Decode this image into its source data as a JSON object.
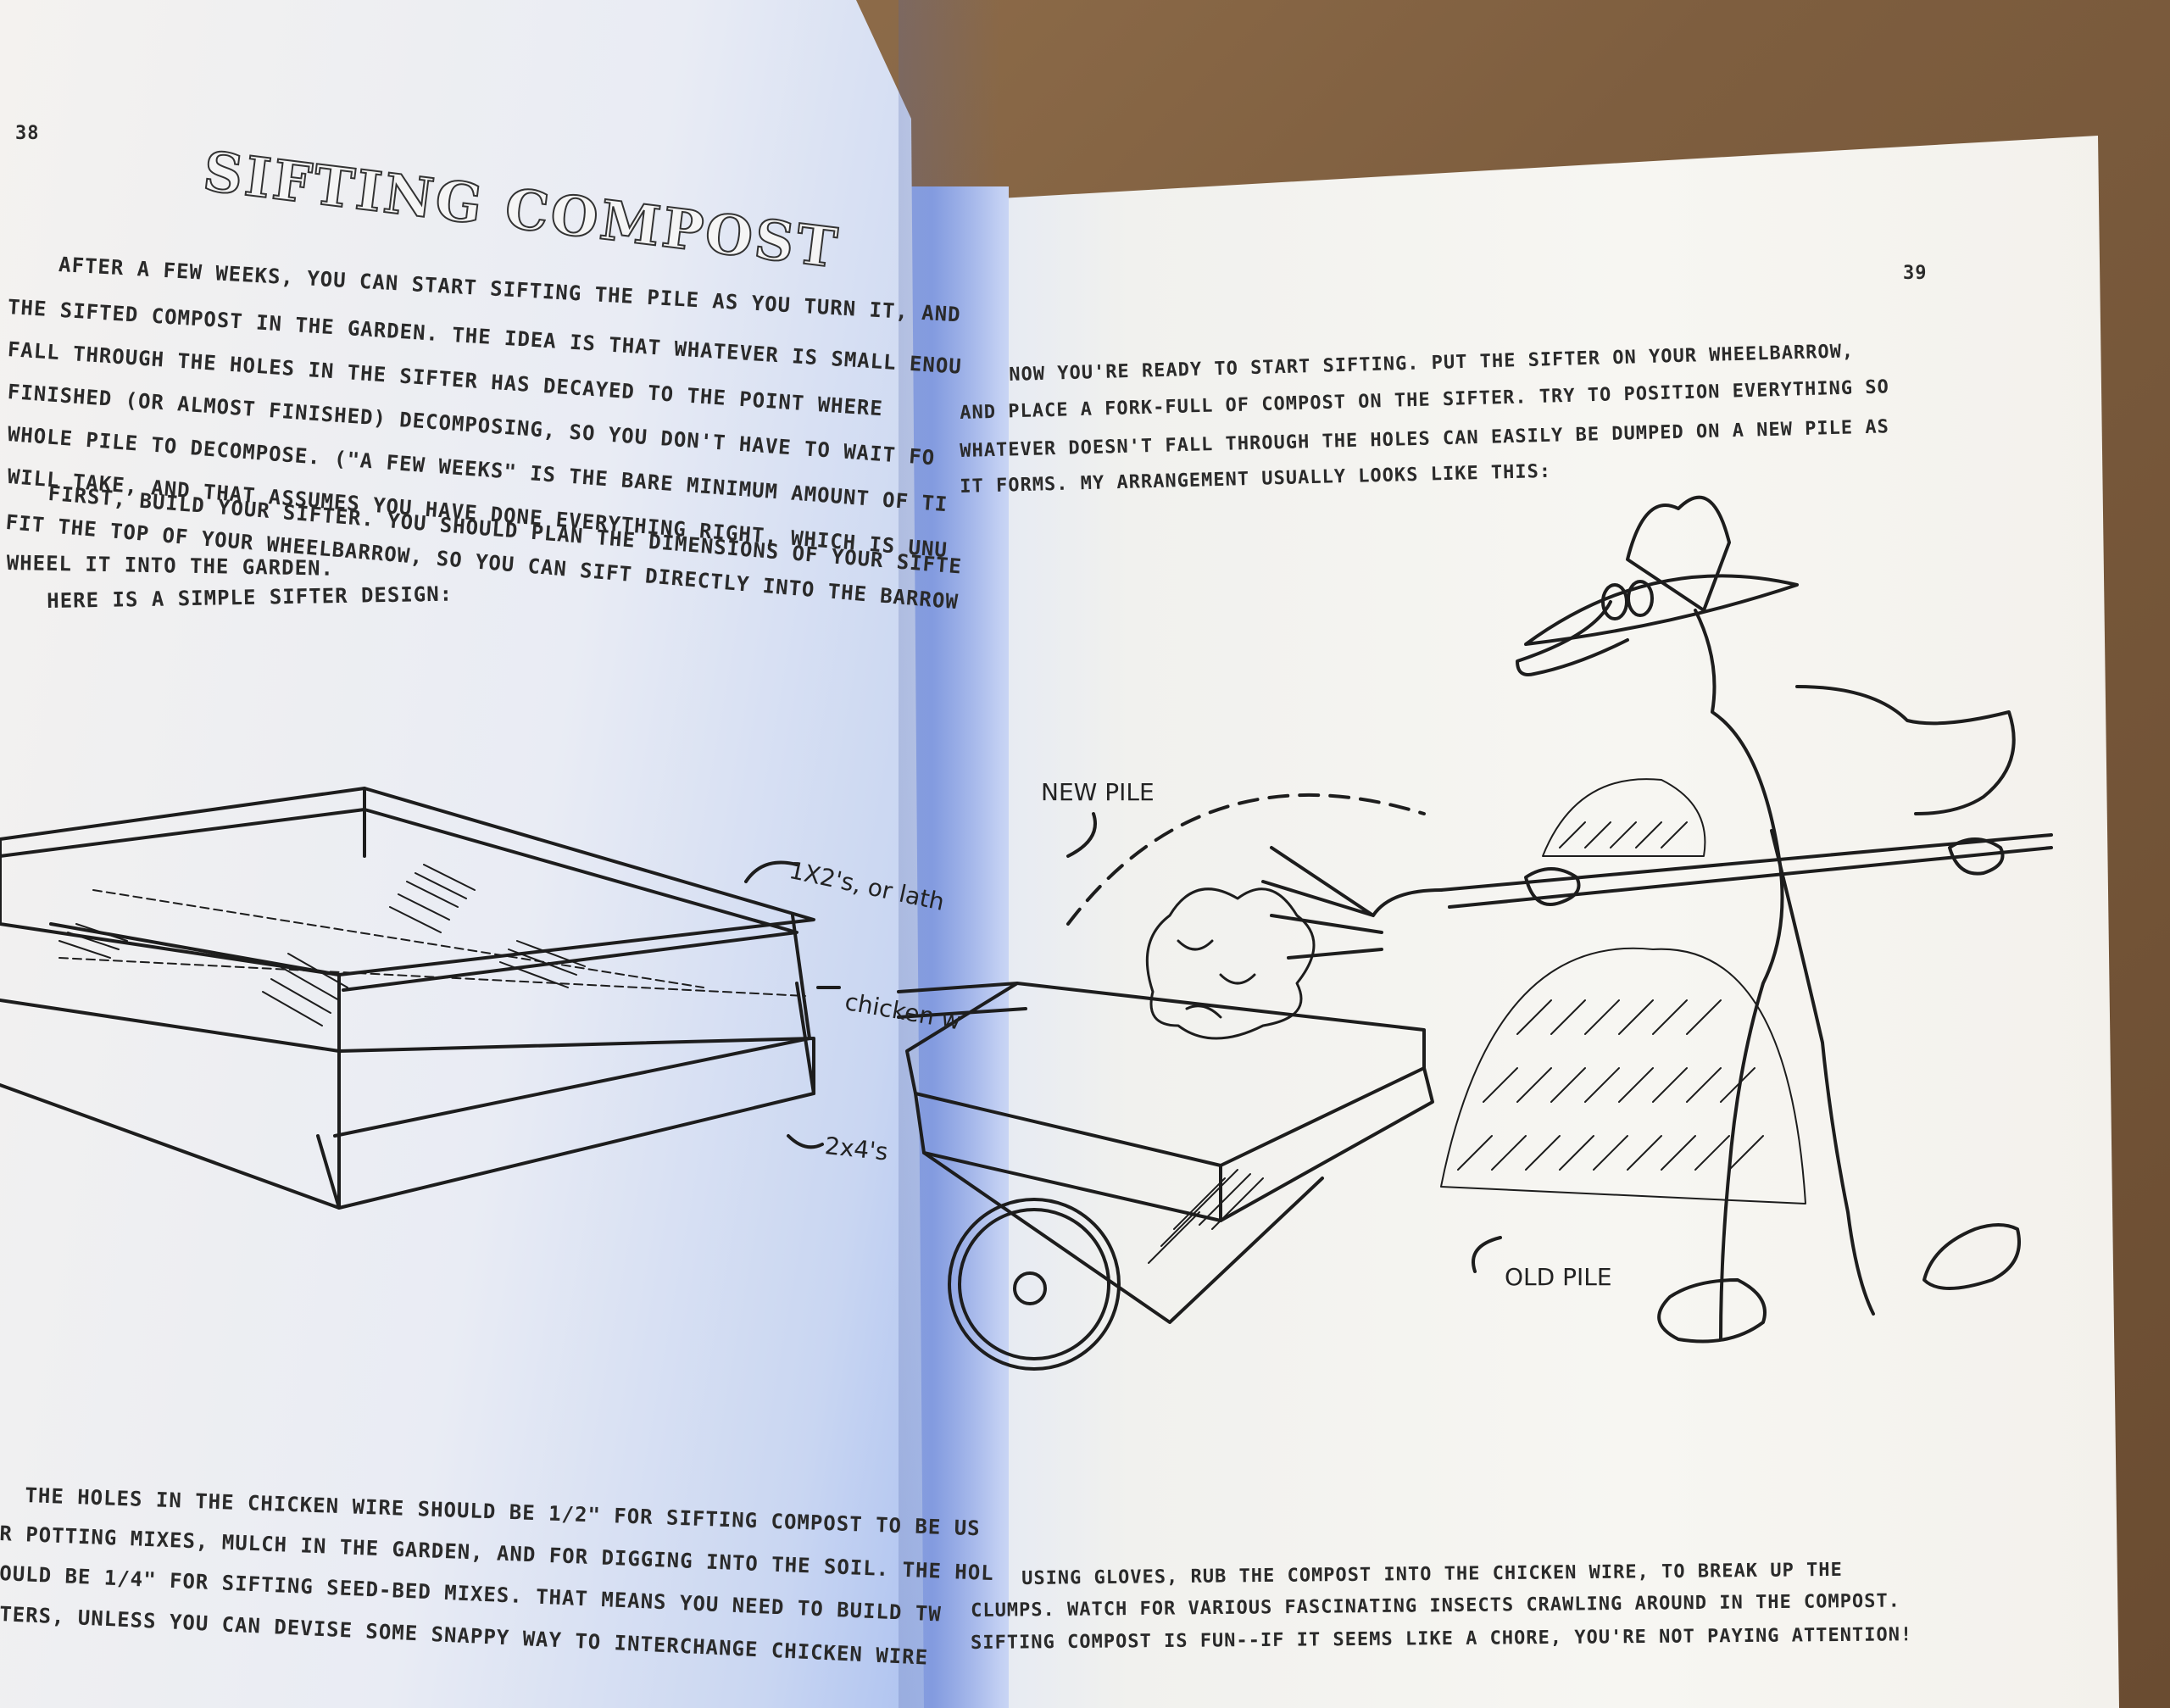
{
  "left_page": {
    "page_number": "38",
    "title": "SIFTING COMPOST",
    "paragraph_lines": [
      "AFTER A FEW WEEKS, YOU CAN START SIFTING THE PILE AS YOU TURN IT, AND",
      "THE SIFTED COMPOST IN THE GARDEN. THE IDEA IS THAT WHATEVER IS SMALL ENOU",
      "FALL THROUGH THE HOLES IN THE SIFTER HAS DECAYED TO THE POINT WHERE",
      "FINISHED (OR ALMOST FINISHED) DECOMPOSING, SO YOU DON'T HAVE TO WAIT FO",
      "WHOLE PILE TO DECOMPOSE. (\"A FEW WEEKS\" IS THE BARE MINIMUM AMOUNT OF TI",
      "WILL TAKE, AND THAT ASSUMES YOU HAVE DONE EVERYTHING RIGHT, WHICH IS UNU",
      "FIRST, BUILD YOUR SIFTER. YOU SHOULD PLAN THE DIMENSIONS OF YOUR SIFTE",
      "FIT THE TOP OF YOUR WHEELBARROW, SO YOU CAN SIFT DIRECTLY INTO THE BARROW",
      "WHEEL IT INTO THE GARDEN.",
      "HERE IS A SIMPLE SIFTER DESIGN:"
    ],
    "diagram_labels": {
      "slats": "1X2's, or lath",
      "wire": "chicken w",
      "frame": "2x4's"
    },
    "bottom_lines": [
      "THE HOLES IN THE CHICKEN WIRE SHOULD BE 1/2\" FOR SIFTING COMPOST TO BE US",
      "R POTTING MIXES, MULCH IN THE GARDEN, AND FOR DIGGING INTO THE SOIL. THE HOL",
      "OULD BE 1/4\" FOR SIFTING SEED-BED MIXES. THAT MEANS YOU NEED TO BUILD TW",
      "TERS, UNLESS YOU CAN DEVISE SOME SNAPPY WAY TO INTERCHANGE CHICKEN WIRE"
    ]
  },
  "right_page": {
    "page_number": "39",
    "paragraph_lines": [
      "NOW YOU'RE READY TO START SIFTING. PUT THE SIFTER ON YOUR WHEELBARROW,",
      "AND PLACE A FORK-FULL OF COMPOST ON THE SIFTER. TRY TO POSITION EVERYTHING SO",
      "WHATEVER DOESN'T FALL THROUGH THE HOLES CAN EASILY BE DUMPED ON A NEW PILE AS",
      "IT FORMS. MY ARRANGEMENT USUALLY LOOKS LIKE THIS:"
    ],
    "illustration_labels": {
      "new_pile": "NEW PILE",
      "old_pile": "OLD PILE"
    },
    "bottom_lines": [
      "USING GLOVES, RUB THE COMPOST INTO THE CHICKEN WIRE, TO BREAK UP THE",
      "CLUMPS. WATCH FOR VARIOUS FASCINATING INSECTS CRAWLING AROUND IN THE COMPOST.",
      "SIFTING COMPOST IS FUN--IF IT SEEMS LIKE A CHORE, YOU'RE NOT PAYING ATTENTION!"
    ]
  }
}
